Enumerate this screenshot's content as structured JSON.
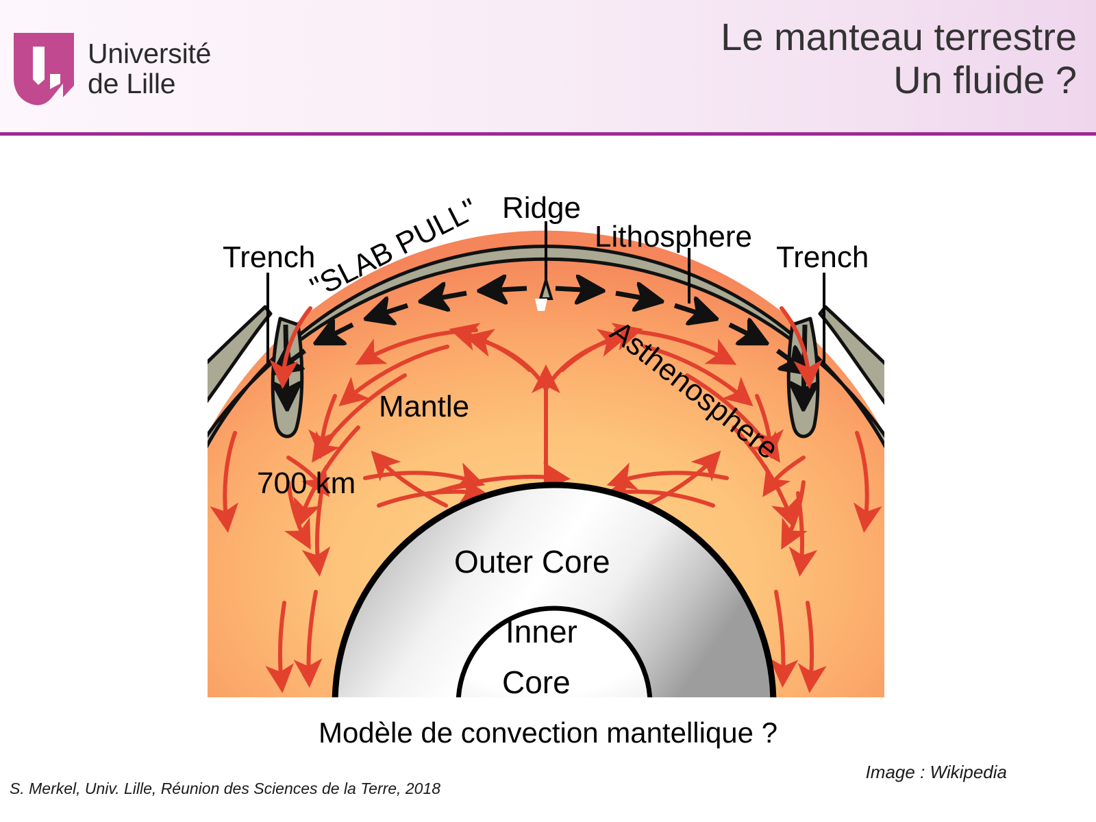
{
  "header": {
    "logo": {
      "icon": "university-shield-logo",
      "line1": "Université",
      "line2": "de Lille"
    },
    "title_line1": "Le manteau terrestre",
    "title_line2": "Un fluide ?",
    "accent_color": "#9c2a95",
    "logo_color": "#c14a91"
  },
  "figure": {
    "caption": "Modèle de convection mantellique ?",
    "labels": {
      "trench_left": "Trench",
      "trench_right": "Trench",
      "slab_pull": "\"SLAB PULL\"",
      "ridge": "Ridge",
      "lithosphere": "Lithosphere",
      "asthenosphere": "Asthenosphere",
      "mantle": "Mantle",
      "depth": "700 km",
      "outer_core": "Outer Core",
      "inner_core_line1": "Inner",
      "inner_core_line2": "Core"
    },
    "colors": {
      "lithosphere": "#a8a892",
      "mantle_outer": "#f78f5e",
      "mantle_inner": "#fdc878",
      "convection_arrow": "#e2412e",
      "plate_arrow": "#000000",
      "core_outline": "#000000"
    }
  },
  "footer": {
    "credit": "S. Merkel, Univ. Lille, Réunion des Sciences de la Terre, 2018",
    "image_source": "Image : Wikipedia"
  }
}
